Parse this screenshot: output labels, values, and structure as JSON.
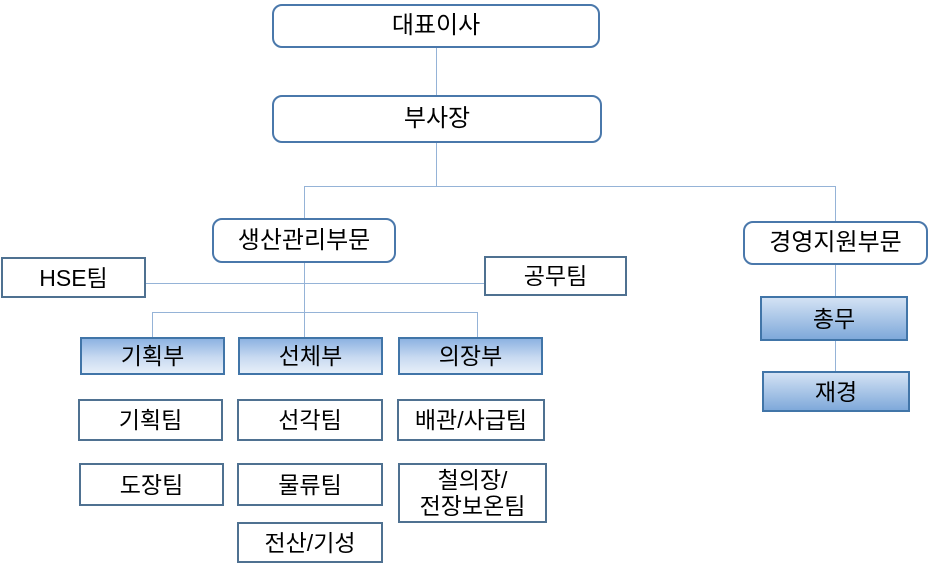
{
  "diagram": {
    "type": "org-chart",
    "nodes": [
      {
        "id": "ceo",
        "label": "대표이사",
        "shape": "rounded",
        "level": 1,
        "parent": null
      },
      {
        "id": "vice-president",
        "label": "부사장",
        "shape": "rounded",
        "level": 2,
        "parent": "대표이사"
      },
      {
        "id": "production-management-division",
        "label": "생산관리부문",
        "shape": "rounded",
        "level": 3,
        "parent": "부사장"
      },
      {
        "id": "management-support-division",
        "label": "경영지원부문",
        "shape": "rounded",
        "level": 3,
        "parent": "부사장"
      },
      {
        "id": "hse-team",
        "label": "HSE팀",
        "shape": "rect",
        "level": 4,
        "parent": "생산관리부문"
      },
      {
        "id": "construction-affairs-team",
        "label": "공무팀",
        "shape": "rect",
        "level": 4,
        "parent": "생산관리부문"
      },
      {
        "id": "planning-department",
        "label": "기획부",
        "shape": "gradient-down",
        "level": 4,
        "parent": "생산관리부문"
      },
      {
        "id": "hull-department",
        "label": "선체부",
        "shape": "gradient-down",
        "level": 4,
        "parent": "생산관리부문"
      },
      {
        "id": "outfitting-department",
        "label": "의장부",
        "shape": "gradient-down",
        "level": 4,
        "parent": "생산관리부문"
      },
      {
        "id": "planning-team",
        "label": "기획팀",
        "shape": "rect",
        "level": 5,
        "parent": "기획부"
      },
      {
        "id": "hull-construction-team",
        "label": "선각팀",
        "shape": "rect",
        "level": 5,
        "parent": "선체부"
      },
      {
        "id": "piping-supply-team",
        "label": "배관/사급팀",
        "shape": "rect",
        "level": 5,
        "parent": "의장부"
      },
      {
        "id": "painting-team",
        "label": "도장팀",
        "shape": "rect",
        "level": 5,
        "parent": "기획부"
      },
      {
        "id": "logistics-team",
        "label": "물류팀",
        "shape": "rect",
        "level": 5,
        "parent": "선체부"
      },
      {
        "id": "steel-outfitting-insulation-team",
        "label": "철의장/\n전장보온팀",
        "shape": "rect",
        "level": 5,
        "parent": "의장부"
      },
      {
        "id": "computing-progress-team",
        "label": "전산/기성",
        "shape": "rect",
        "level": 5,
        "parent": "선체부"
      },
      {
        "id": "general-affairs-team",
        "label": "총무",
        "shape": "gradient-up",
        "level": 4,
        "parent": "경영지원부문"
      },
      {
        "id": "finance-team",
        "label": "재경",
        "shape": "gradient-up",
        "level": 5,
        "parent": "총무"
      }
    ],
    "colors": {
      "background": "#ffffff",
      "connector": "#95b3d7",
      "rounded_border": "#4a78ab",
      "rect_border": "#4f7191",
      "gradient_border": "#4175a8",
      "grad_down_top": "#8db3e2",
      "grad_down_mid": "#c9daf1",
      "grad_down_bottom": "#e6eff9",
      "grad_up_top": "#d3e2f4",
      "grad_up_bottom": "#7fa9da",
      "text": "#000000"
    }
  }
}
